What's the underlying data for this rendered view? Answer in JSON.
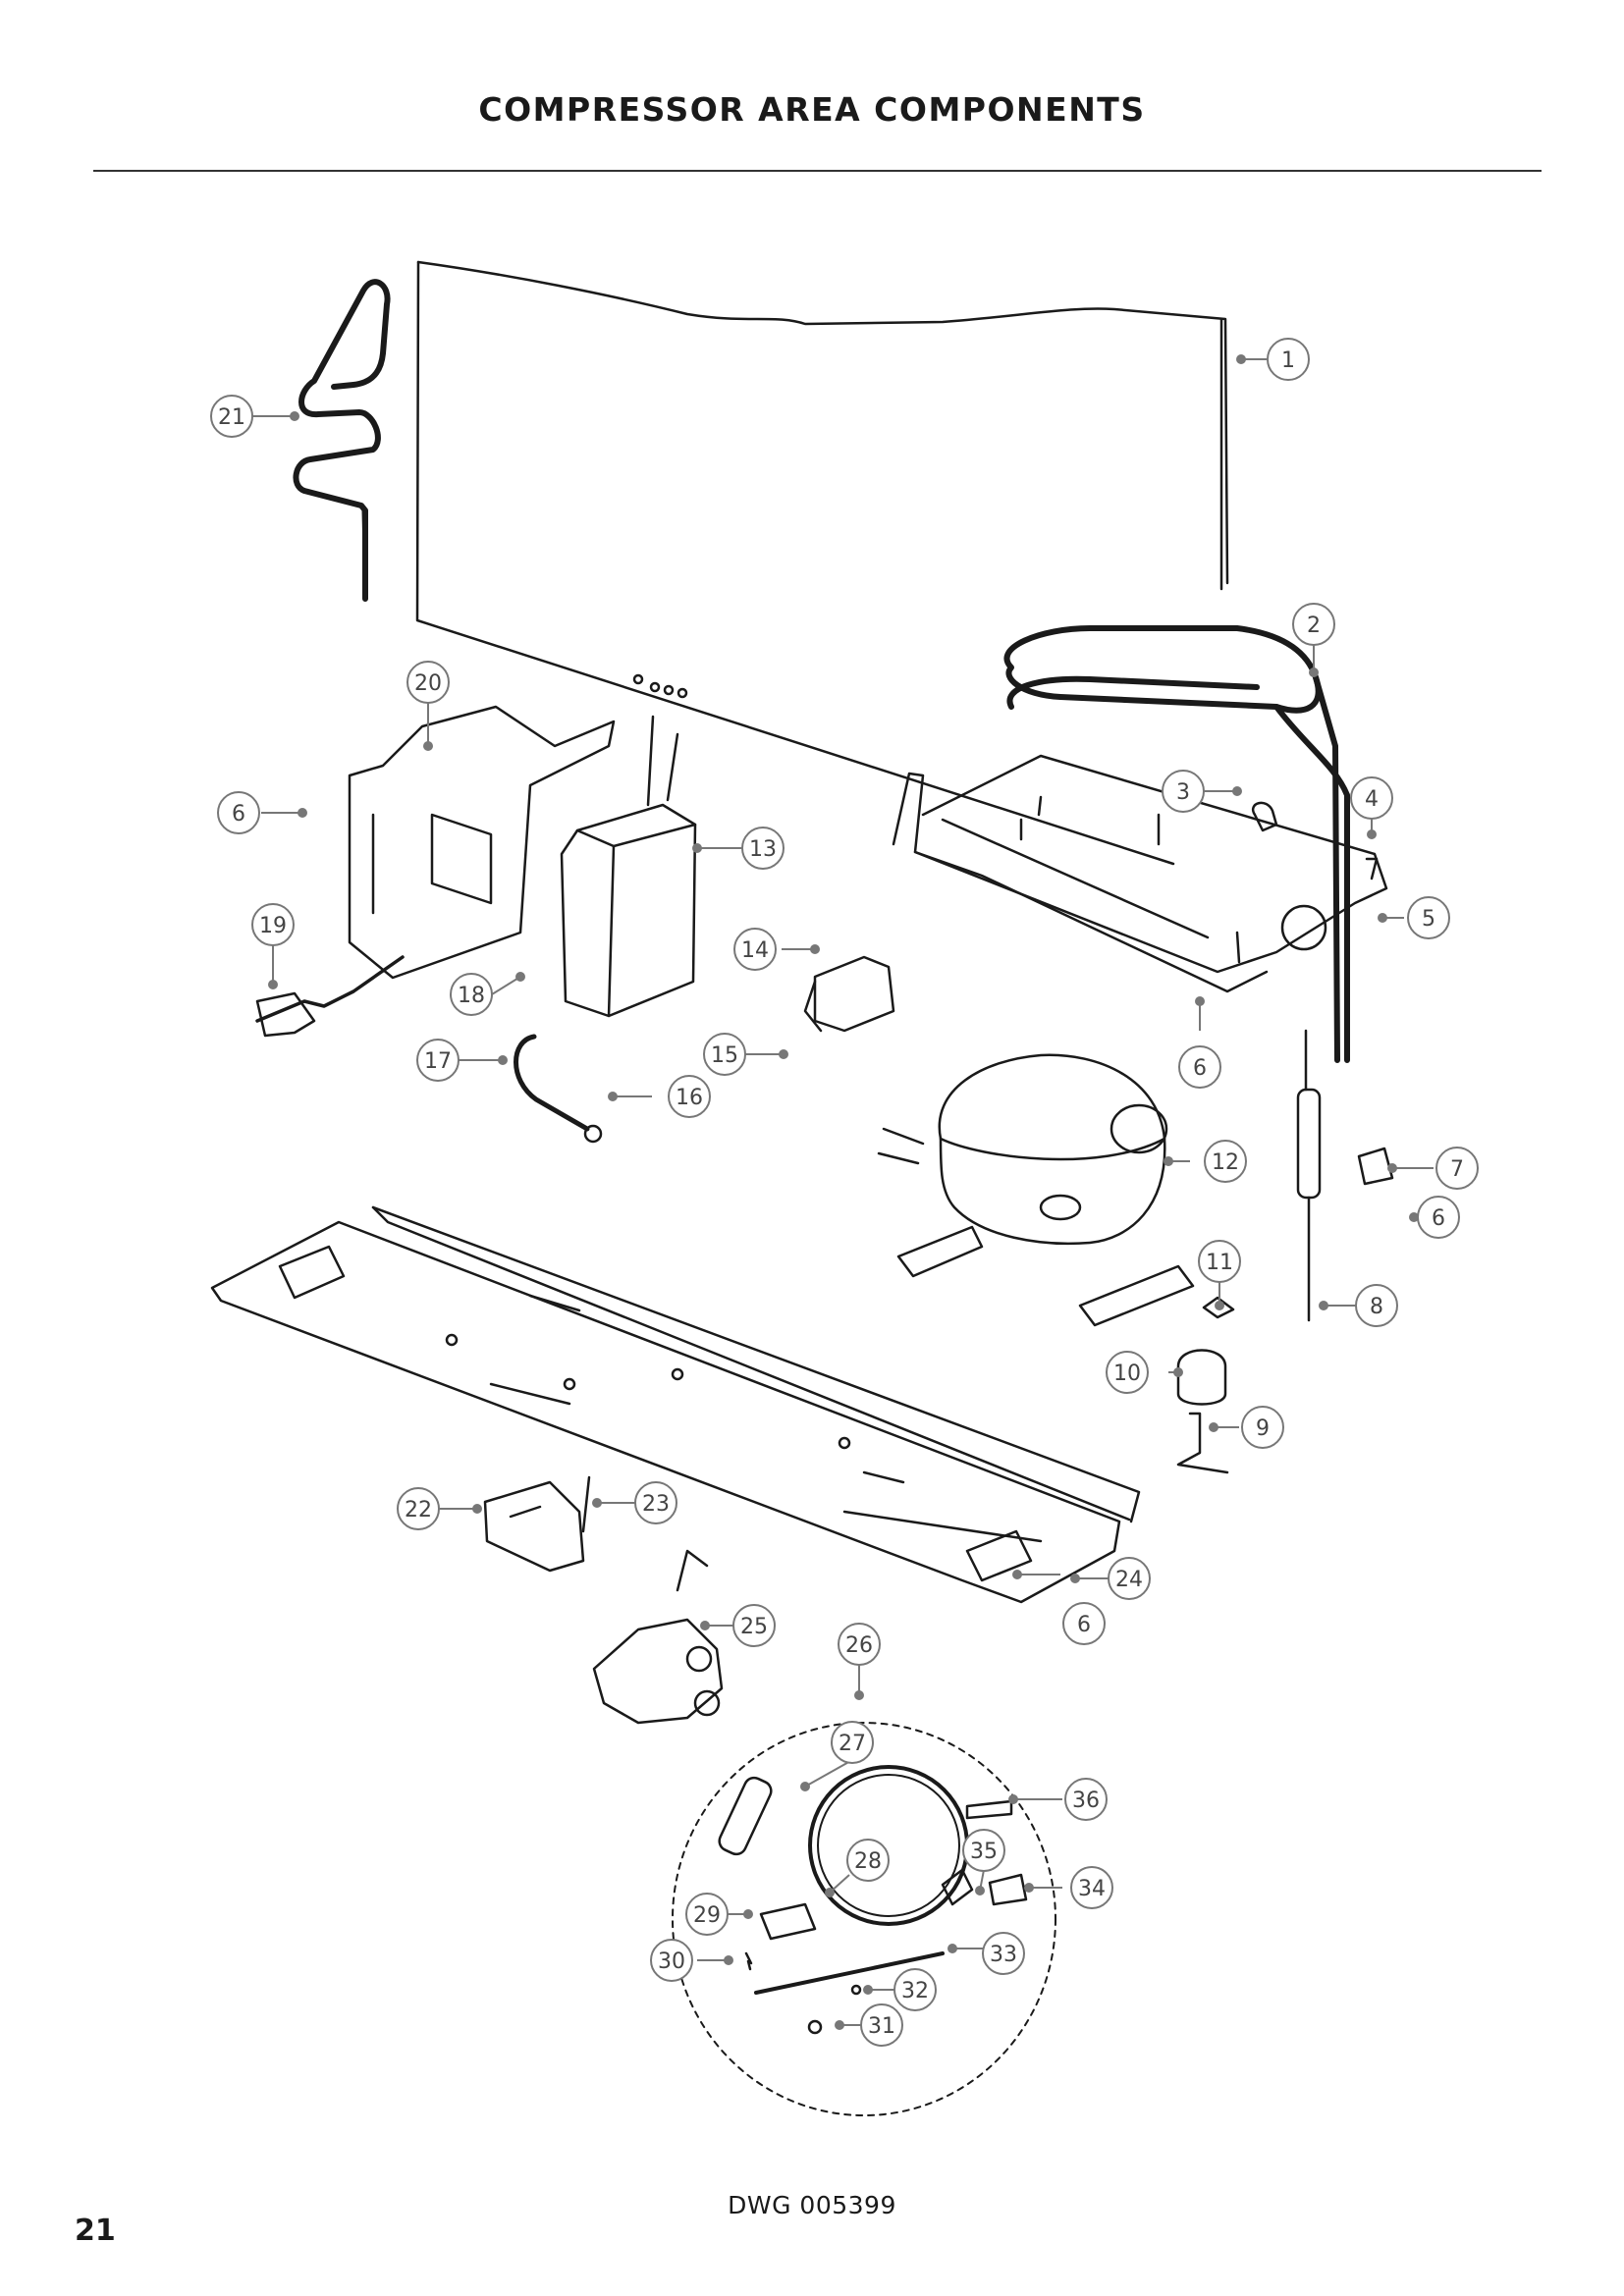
{
  "page": {
    "title": "COMPRESSOR AREA COMPONENTS",
    "drawing_number": "DWG 005399",
    "page_number": "21"
  },
  "callouts": [
    {
      "id": "c1",
      "label": "1"
    },
    {
      "id": "c2",
      "label": "2"
    },
    {
      "id": "c3",
      "label": "3"
    },
    {
      "id": "c4",
      "label": "4"
    },
    {
      "id": "c5",
      "label": "5"
    },
    {
      "id": "c6a",
      "label": "6"
    },
    {
      "id": "c6b",
      "label": "6"
    },
    {
      "id": "c6c",
      "label": "6"
    },
    {
      "id": "c6d",
      "label": "6"
    },
    {
      "id": "c7",
      "label": "7"
    },
    {
      "id": "c8",
      "label": "8"
    },
    {
      "id": "c9",
      "label": "9"
    },
    {
      "id": "c10",
      "label": "10"
    },
    {
      "id": "c11",
      "label": "11"
    },
    {
      "id": "c12",
      "label": "12"
    },
    {
      "id": "c13",
      "label": "13"
    },
    {
      "id": "c14",
      "label": "14"
    },
    {
      "id": "c15",
      "label": "15"
    },
    {
      "id": "c16",
      "label": "16"
    },
    {
      "id": "c17",
      "label": "17"
    },
    {
      "id": "c18",
      "label": "18"
    },
    {
      "id": "c19",
      "label": "19"
    },
    {
      "id": "c20",
      "label": "20"
    },
    {
      "id": "c21",
      "label": "21"
    },
    {
      "id": "c22",
      "label": "22"
    },
    {
      "id": "c23",
      "label": "23"
    },
    {
      "id": "c24",
      "label": "24"
    },
    {
      "id": "c25",
      "label": "25"
    },
    {
      "id": "c26",
      "label": "26"
    },
    {
      "id": "c27",
      "label": "27"
    },
    {
      "id": "c28",
      "label": "28"
    },
    {
      "id": "c29",
      "label": "29"
    },
    {
      "id": "c30",
      "label": "30"
    },
    {
      "id": "c31",
      "label": "31"
    },
    {
      "id": "c32",
      "label": "32"
    },
    {
      "id": "c33",
      "label": "33"
    },
    {
      "id": "c34",
      "label": "34"
    },
    {
      "id": "c35",
      "label": "35"
    },
    {
      "id": "c36",
      "label": "36"
    }
  ]
}
